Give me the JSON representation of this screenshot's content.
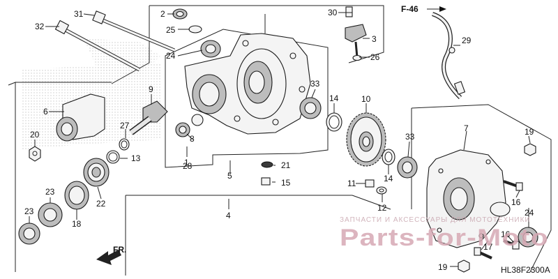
{
  "section_ref": "F-46",
  "diagram_code": "HL38F2300A",
  "front_label": "FR.",
  "watermark": {
    "line1": "ЗАПЧАСТИ И АКСЕССУАРЫ ДЛЯ МОТОТЕХНИКИ",
    "line2": "Parts-for-Moto"
  },
  "callouts": [
    "1",
    "2",
    "3",
    "4",
    "5",
    "6",
    "7",
    "8",
    "9",
    "10",
    "11",
    "12",
    "13",
    "14",
    "14",
    "15",
    "16",
    "16",
    "17",
    "18",
    "19",
    "19",
    "20",
    "21",
    "22",
    "23",
    "23",
    "24",
    "24",
    "25",
    "26",
    "27",
    "28",
    "29",
    "30",
    "31",
    "32",
    "33",
    "33"
  ]
}
